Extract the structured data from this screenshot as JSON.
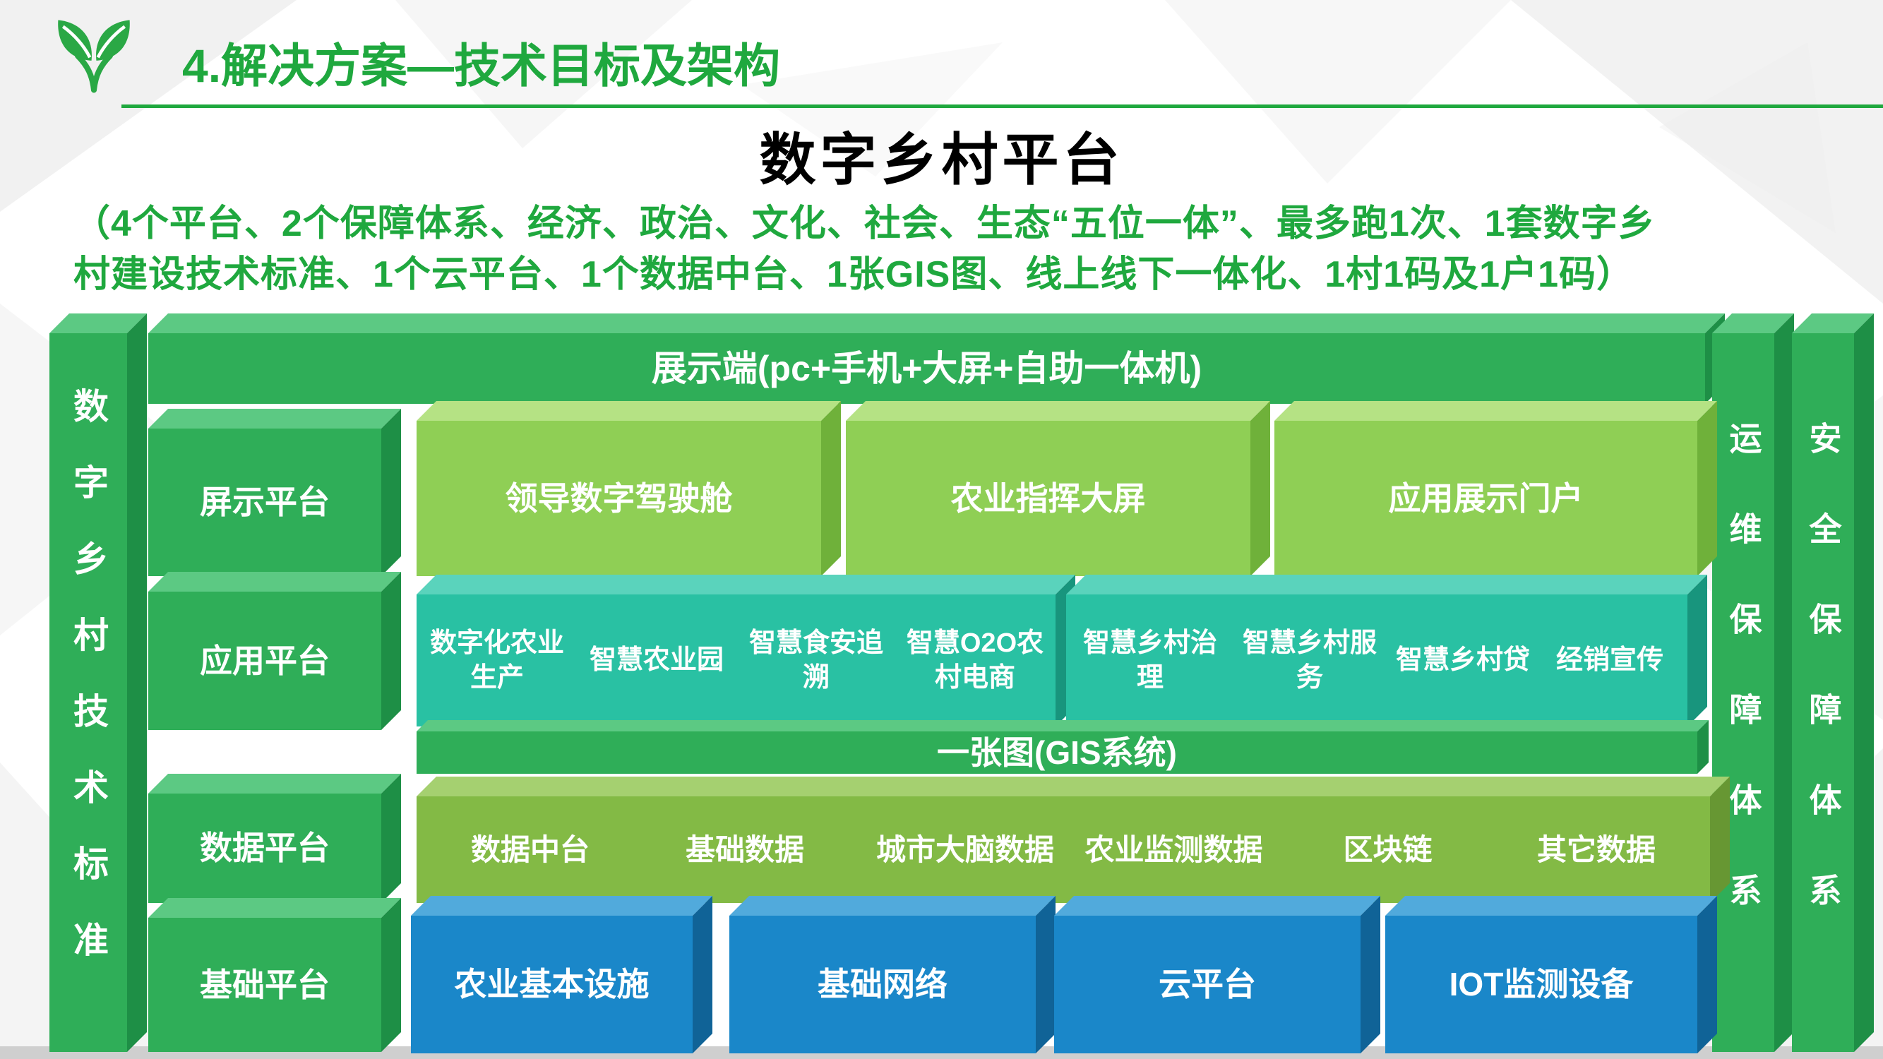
{
  "header": {
    "title": "4.解决方案—技术目标及架构",
    "subtitle": "数字乡村平台",
    "description_line1": "（4个平台、2个保障体系、经济、政治、文化、社会、生态“五位一体”、最多跑1次、1套数字乡",
    "description_line2": "村建设技术标准、1个云平台、1个数据中台、1张GIS图、线上线下一体化、1村1码及1户1码）"
  },
  "diagram": {
    "left_bar": "数字乡村技术标准",
    "top_bar": "展示端(pc+手机+大屏+自助一体机)",
    "gis_bar": "一张图(GIS系统)",
    "right_bar_1": "运维保障体系",
    "right_bar_2": "安全保障体系",
    "rows": [
      {
        "label": "屏示平台",
        "items": [
          "领导数字驾驶舱",
          "农业指挥大屏",
          "应用展示门户"
        ]
      },
      {
        "label": "应用平台",
        "items": [
          "数字化农业生产",
          "智慧农业园",
          "智慧食安追溯",
          "智慧O2O农村电商",
          "智慧乡村治理",
          "智慧乡村服务",
          "智慧乡村贷",
          "经销宣传"
        ]
      },
      {
        "label": "数据平台",
        "items": [
          "数据中台",
          "基础数据",
          "城市大脑数据",
          "农业监测数据",
          "区块链",
          "其它数据"
        ]
      },
      {
        "label": "基础平台",
        "items": [
          "农业基本设施",
          "基础网络",
          "云平台",
          "IOT监测设备"
        ]
      }
    ],
    "colors": {
      "structure_green": "#2fae58",
      "light_green": "#8fcf55",
      "teal": "#29c1a3",
      "olive_green": "#83ba45",
      "blue": "#1a87c9",
      "accent_green": "#1fa83e"
    }
  }
}
